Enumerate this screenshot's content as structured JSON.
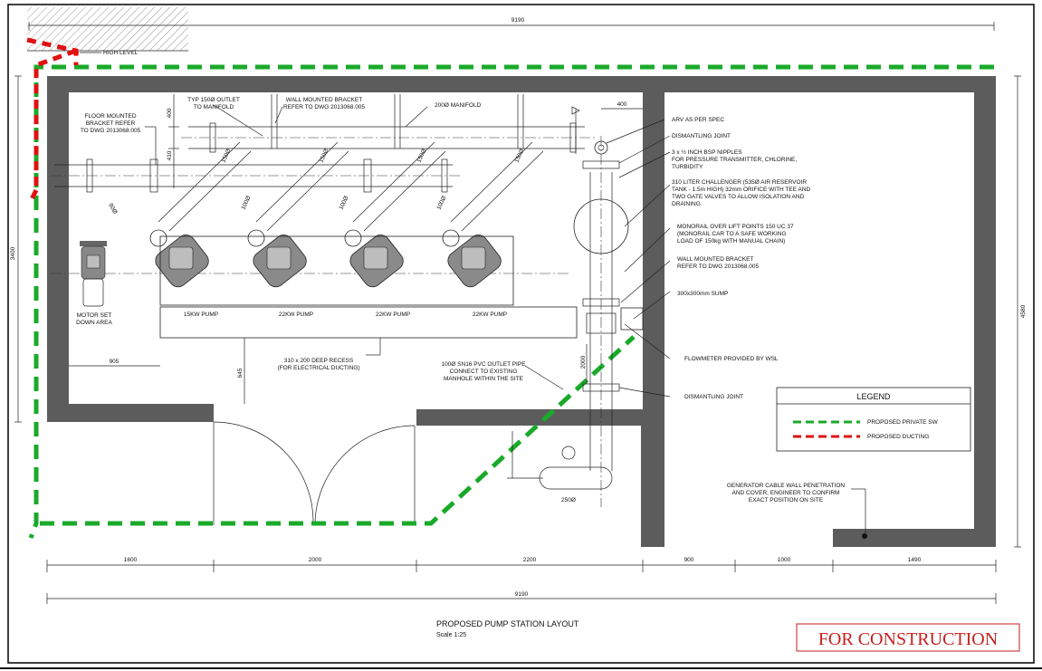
{
  "title": {
    "main": "PROPOSED PUMP STATION LAYOUT",
    "scale": "Scale 1:25",
    "stamp": "FOR CONSTRUCTION"
  },
  "legend": {
    "heading": "LEGEND",
    "items": [
      {
        "label": "PROPOSED PRIVATE SW",
        "color": "#1aaa2a"
      },
      {
        "label": "PROPOSED DUCTING",
        "color": "#e01010"
      }
    ]
  },
  "pumps": [
    "15KW PUMP",
    "22KW PUMP",
    "22KW PUMP",
    "22KW PUMP"
  ],
  "dimensions": {
    "top_overall": "9190",
    "bottom_overall": "9190",
    "left_height": "3400",
    "right_height": "4580",
    "bottom_segments": [
      "1600",
      "2000",
      "2200",
      "900",
      "1000",
      "1490"
    ],
    "d400_left": "400",
    "d410": "410",
    "d400_right": "400",
    "d905": "905",
    "d645": "645",
    "d2000_vertical": "2000",
    "d250": "250Ø"
  },
  "pipe_labels": {
    "p150_1": "150Ø",
    "p150_2": "150Ø",
    "p150_3": "150Ø",
    "p150_4": "150Ø",
    "p100_1": "100Ø",
    "p100_2": "100Ø",
    "p100_3": "100Ø",
    "p80": "80Ø"
  },
  "annotations": {
    "high_level": "HIGH LEVEL",
    "floor_bracket": [
      "FLOOR MOUNTED",
      "BRACKET REFER",
      "TO DWG 2013068.005"
    ],
    "typ_outlet": [
      "TYP 150Ø OUTLET",
      "TO MANIFOLD"
    ],
    "wall_bracket_top": [
      "WALL MOUNTED BRACKET",
      "REFER TO DWG 2013068.005"
    ],
    "manifold": "200Ø MANIFOLD",
    "motor_set": [
      "MOTOR SET",
      "DOWN AREA"
    ],
    "recess": [
      "310 x 200 DEEP RECESS",
      "(FOR ELECTRICAL DUCTING)"
    ],
    "outlet_pipe": [
      "100Ø SN16 PVC OUTLET PIPE",
      "CONNECT TO EXISTING",
      "MANHOLE WITHIN THE SITE"
    ],
    "arv": "ARV AS PER SPEC",
    "dismantling_1": "DISMANTLING JOINT",
    "nipples": [
      "3 x ½ INCH BSP NIPPLES",
      "FOR PRESSURE TRANSMITTER, CHLORINE,",
      "TURBIDITY"
    ],
    "challenger": [
      "310 LITER CHALLENGER (535Ø AIR RESERVOIR",
      "TANK - 1.5m HIGH) 32mm ORIFICE WITH TEE AND",
      "TWO GATE VALVES TO ALLOW ISOLATION AND",
      "DRAINING"
    ],
    "monorail": [
      "MONORAIL OVER LIFT POINTS 150 UC 37",
      "(MONORAIL CAR TO A SAFE WORKING",
      "LOAD OF 150kg WITH MANUAL CHAIN)"
    ],
    "wall_bracket_right": [
      "WALL MOUNTED BRACKET",
      "REFER TO DWG 2013068.005"
    ],
    "sump": "300x300mm SUMP",
    "flowmeter": "FLOWMETER PROVIDED BY WSL",
    "dismantling_2": "DISMANTLING JOINT",
    "generator": [
      "GENERATOR CABLE WALL PENETRATION",
      "AND COVER, ENGINEER TO CONFIRM",
      "EXACT POSITION ON SITE"
    ]
  }
}
